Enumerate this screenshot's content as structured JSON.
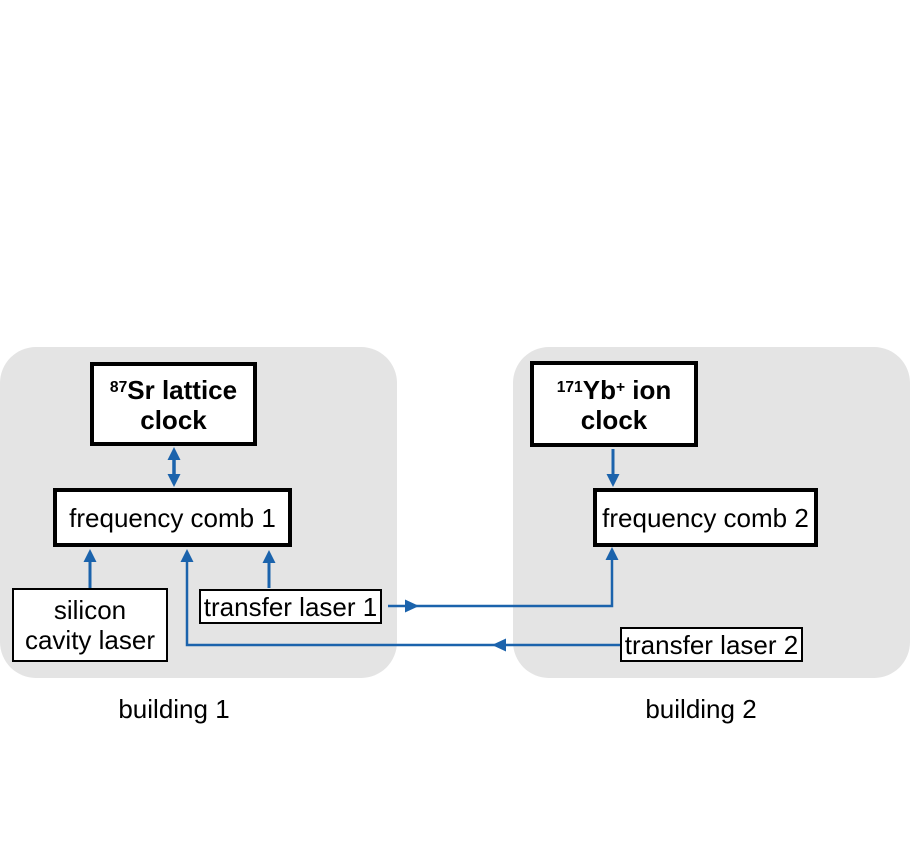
{
  "colors": {
    "background": "#ffffff",
    "building_fill": "#e4e4e4",
    "box_fill": "#ffffff",
    "box_border": "#000000",
    "arrow": "#1b63ac",
    "text": "#000000"
  },
  "building1": {
    "label": "building 1",
    "clock_isotope": "87",
    "clock_line1": "Sr lattice",
    "clock_line2": "clock",
    "comb_label": "frequency comb 1",
    "cavity_laser_line1": "silicon",
    "cavity_laser_line2": "cavity laser",
    "transfer_laser_label": "transfer laser 1"
  },
  "building2": {
    "label": "building 2",
    "clock_isotope": "171",
    "clock_element": "Yb",
    "clock_charge": "+",
    "clock_line1_rest": " ion",
    "clock_line2": "clock",
    "comb_label": "frequency comb 2",
    "transfer_laser_label": "transfer laser 2"
  },
  "connections": [
    {
      "from": "87Sr lattice clock",
      "to": "frequency comb 1",
      "style": "double-headed vertical arrow"
    },
    {
      "from": "silicon cavity laser",
      "to": "frequency comb 1",
      "style": "up arrow"
    },
    {
      "from": "transfer laser 1",
      "to": "frequency comb 1",
      "style": "up arrow"
    },
    {
      "from": "transfer laser 1",
      "to": "frequency comb 2",
      "style": "right then up, arrowheads mid-line and at comb"
    },
    {
      "from": "transfer laser 2",
      "to": "frequency comb 1",
      "style": "left then up, arrowheads mid-line and at comb"
    },
    {
      "from": "171Yb+ ion clock",
      "to": "frequency comb 2",
      "style": "down arrow"
    }
  ]
}
